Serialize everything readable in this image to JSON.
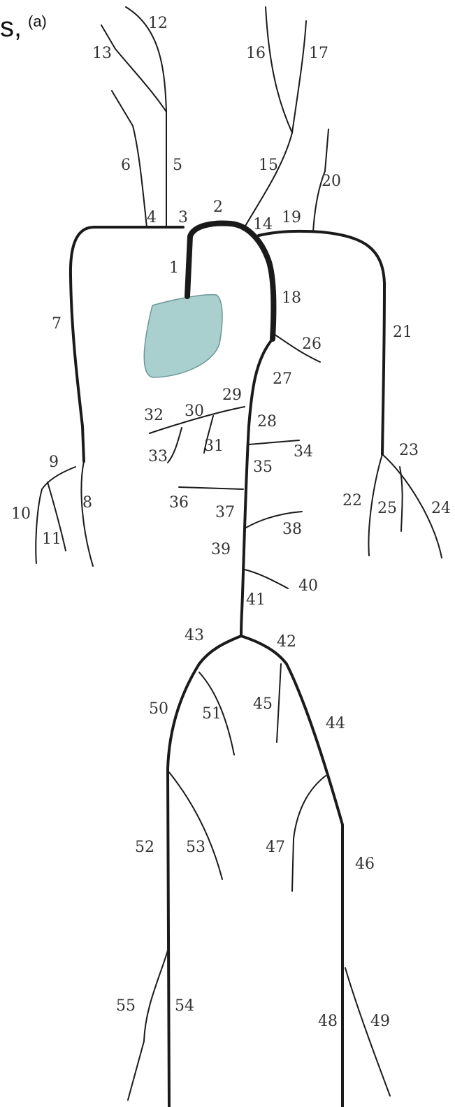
{
  "header": {
    "fragment": "s,",
    "panel_label": "(a)"
  },
  "colors": {
    "vessel": "#1a1a1a",
    "heart_fill": "#a9d0cf",
    "heart_stroke": "#6f9696",
    "label": "#333333"
  },
  "segments": [
    "1",
    "2",
    "3",
    "4",
    "5",
    "6",
    "7",
    "8",
    "9",
    "10",
    "11",
    "12",
    "13",
    "14",
    "15",
    "16",
    "17",
    "18",
    "19",
    "20",
    "21",
    "22",
    "23",
    "24",
    "25",
    "26",
    "27",
    "28",
    "29",
    "30",
    "31",
    "32",
    "33",
    "34",
    "35",
    "36",
    "37",
    "38",
    "39",
    "40",
    "41",
    "42",
    "43",
    "44",
    "45",
    "46",
    "47",
    "48",
    "49",
    "50",
    "51",
    "52",
    "53",
    "54",
    "55"
  ]
}
